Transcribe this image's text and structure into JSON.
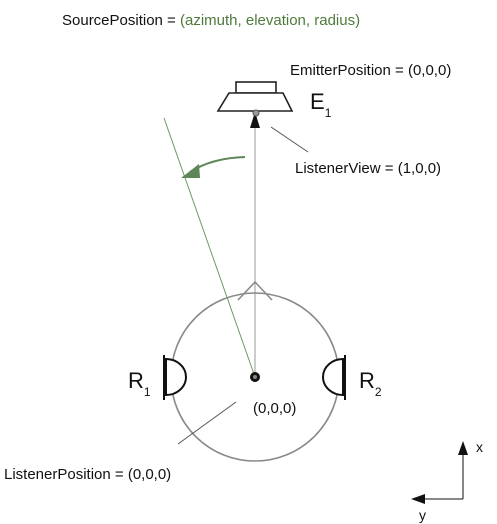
{
  "source_position": {
    "prefix": "SourcePosition = ",
    "args": "(azimuth, elevation, radius)",
    "prefix_color": "#111111",
    "args_color": "#4f7a3c"
  },
  "emitter": {
    "label": "EmitterPosition = (0,0,0)",
    "name": "E",
    "subscript": "1"
  },
  "listener_view": {
    "label": "ListenerView = (1,0,0)"
  },
  "listener_position": {
    "label": "ListenerPosition = (0,0,0)",
    "origin_label": "(0,0,0)"
  },
  "receivers": [
    {
      "name": "R",
      "subscript": "1"
    },
    {
      "name": "R",
      "subscript": "2"
    }
  ],
  "axes": {
    "x_label": "x",
    "y_label": "y"
  },
  "colors": {
    "outline": "#8a8a8a",
    "line": "#7c7c7c",
    "source_ray": "#6f9a63",
    "arc_arrow": "#5f8656",
    "dark": "#111111"
  }
}
